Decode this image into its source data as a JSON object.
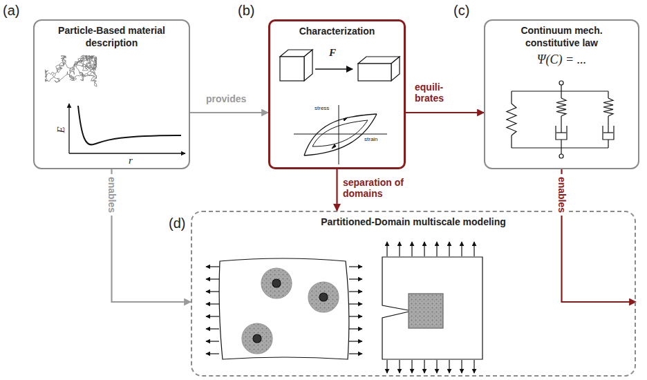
{
  "diagram": {
    "nodes": [
      {
        "text": [
          "Particle-Based material description"
        ]
      },
      {
        "text": [
          "Characterization"
        ]
      },
      {
        "text": [
          "Continuum mech. constitutive law",
          "Ψ(C) = ..."
        ]
      },
      {
        "text": [
          "Partitioned-Domain multiscale modeling"
        ]
      }
    ],
    "edges": [
      {
        "from": 0,
        "to": 1,
        "arrow": "to",
        "label": "provides"
      },
      {
        "from": 1,
        "to": 2,
        "arrow": "to",
        "label": "equili- brates"
      },
      {
        "from": 1,
        "to": 3,
        "arrow": "to",
        "label": "separation of domains"
      },
      {
        "from": 0,
        "to": 3,
        "arrow": "to",
        "label": "enables"
      },
      {
        "from": 2,
        "to": 3,
        "arrow": "to",
        "label": "enables"
      }
    ],
    "labels": [
      "(a)",
      "(b)",
      "(c)",
      "(d)",
      "E",
      "r",
      "F",
      "stress",
      "strain"
    ]
  }
}
